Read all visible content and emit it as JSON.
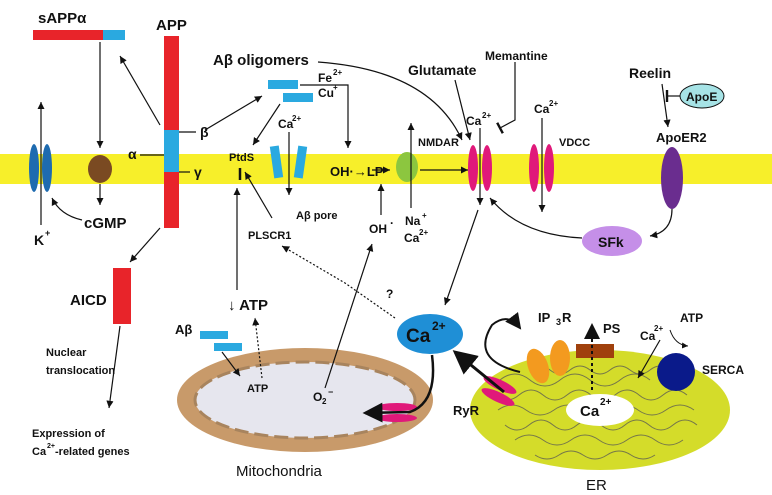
{
  "labels": {
    "sapp_alpha": "sAPPα",
    "app": "APP",
    "alpha": "α",
    "beta": "β",
    "gamma": "γ",
    "ab_oligomers": "Aβ oligomers",
    "fe": "Fe",
    "fe_sup": "2+",
    "cu": "Cu",
    "cu_sup": "+",
    "ca_pore": "Ca",
    "ca_pore_sup": "2+",
    "ptds": "PtdS",
    "ab_pore": "Aβ pore",
    "ohlp": "OH·→LP",
    "oh": "OH",
    "oh_dot": "·",
    "na": "Na",
    "na_sup": "+",
    "ca_na": "Ca",
    "ca_na_sup": "2+",
    "glutamate": "Glutamate",
    "memantine": "Memantine",
    "nmdar": "NMDAR",
    "ca_nmdar": "Ca",
    "ca_nmdar_sup": "2+",
    "ca_vdcc": "Ca",
    "ca_vdcc_sup": "2+",
    "vdcc": "VDCC",
    "reelin": "Reelin",
    "apoe": "ApoE",
    "apoer2": "ApoER2",
    "sfk": "SFk",
    "k": "K",
    "k_sup": "+",
    "cgmp": "cGMP",
    "aicd": "AICD",
    "nuclear": "Nuclear",
    "translocation": "translocation",
    "expression_of": "Expression of",
    "expression_ca": "Ca",
    "expression_ca_sup": "2+",
    "related_genes": " -related genes",
    "plscr1": "PLSCR1",
    "question": "?",
    "ca_center": "Ca",
    "ca_center_sup": "2+",
    "atp_down": "↓ ATP",
    "ab_mito": "Aβ",
    "atp_mito": "ATP",
    "o2": "O",
    "o2_sub": "2",
    "o2_sup": "−",
    "mitochondria": "Mitochondria",
    "ip3r": "IP",
    "ip3r_sub": "3",
    "ip3r_tail": "R",
    "ps": "PS",
    "ca_er_top": "Ca",
    "ca_er_top_sup": "2+",
    "atp_er": "ATP",
    "serca": "SERCA",
    "ryr": "RyR",
    "ca_er": "Ca",
    "ca_er_sup": "2+",
    "er": "ER"
  },
  "colors": {
    "membrane": "#f7ef2a",
    "red": "#e8242a",
    "blue": "#2aa9e0",
    "magenta": "#e0197a",
    "purple": "#6a2d8f",
    "brown": "#7a4a22",
    "green": "#8cc63f",
    "mito": "#c89a6a",
    "er": "#d4dc2a",
    "lavender": "#c58fe8",
    "navy": "#0a1a8a",
    "orange": "#f39a1f",
    "rust": "#a0410d"
  }
}
